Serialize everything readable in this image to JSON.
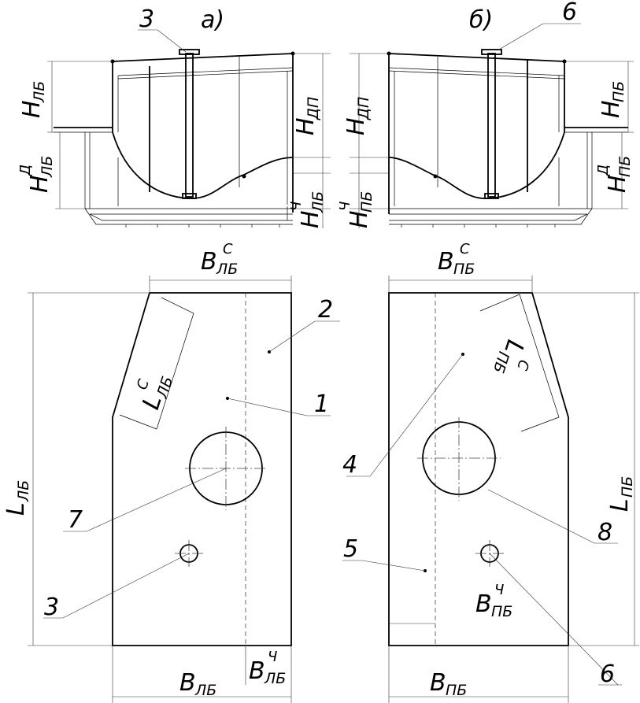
{
  "views": {
    "a": "а)",
    "b": "б)"
  },
  "callouts": {
    "n1": "1",
    "n2": "2",
    "n3_top": "3",
    "n3_plan": "3",
    "n4": "4",
    "n5": "5",
    "n6_top": "6",
    "n6_plan": "6",
    "n7": "7",
    "n8": "8"
  },
  "dimensions": {
    "H_LB": {
      "base": "H",
      "sub": "ЛБ"
    },
    "H_DP_left": {
      "base": "H",
      "sub": "ДП"
    },
    "H_DP_right": {
      "base": "H",
      "sub": "ДП"
    },
    "H_LB_D": {
      "base": "H",
      "sub": "ЛБ",
      "sup": "Д"
    },
    "H_LB_CH": {
      "base": "H",
      "sub": "ЛБ",
      "sup": "Ч"
    },
    "H_PB_CH": {
      "base": "H",
      "sub": "ПБ",
      "sup": "Ч"
    },
    "H_PB": {
      "base": "H",
      "sub": "ПБ"
    },
    "H_PB_D": {
      "base": "H",
      "sub": "ПБ",
      "sup": "Д"
    },
    "B_LB_C": {
      "base": "B",
      "sub": "ЛБ",
      "sup": "С"
    },
    "B_PB_C": {
      "base": "B",
      "sub": "ПБ",
      "sup": "С"
    },
    "L_LB_C": {
      "base": "L",
      "sub": "ЛБ",
      "sup": "С"
    },
    "L_PB_C": {
      "base": "L",
      "sub": "ПБ",
      "sup": "С"
    },
    "L_LB": {
      "base": "L",
      "sub": "ЛБ"
    },
    "L_PB": {
      "base": "L",
      "sub": "ПБ"
    },
    "B_LB": {
      "base": "B",
      "sub": "ЛБ"
    },
    "B_PB": {
      "base": "B",
      "sub": "ПБ"
    },
    "B_LB_CH": {
      "base": "B",
      "sub": "ЛБ",
      "sup": "Ч"
    },
    "B_PB_CH": {
      "base": "B",
      "sub": "ПБ",
      "sup": "Ч"
    }
  }
}
